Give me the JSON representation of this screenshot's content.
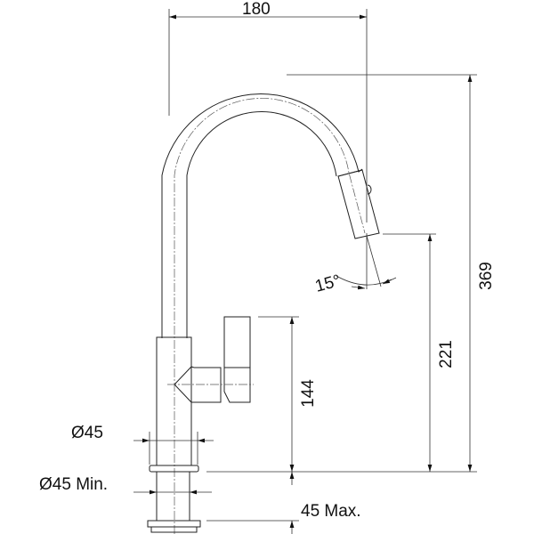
{
  "drawing": {
    "title": "Pull-down kitchen faucet dimension drawing",
    "dimensions": {
      "reach": "180",
      "total_height": "369",
      "spout_height": "221",
      "handle_height": "144",
      "spout_angle": "15°",
      "base_diameter": "Ø45",
      "hole_diameter": "Ø45 Min.",
      "deck_thickness": "45 Max."
    },
    "line_color": "#222222"
  }
}
